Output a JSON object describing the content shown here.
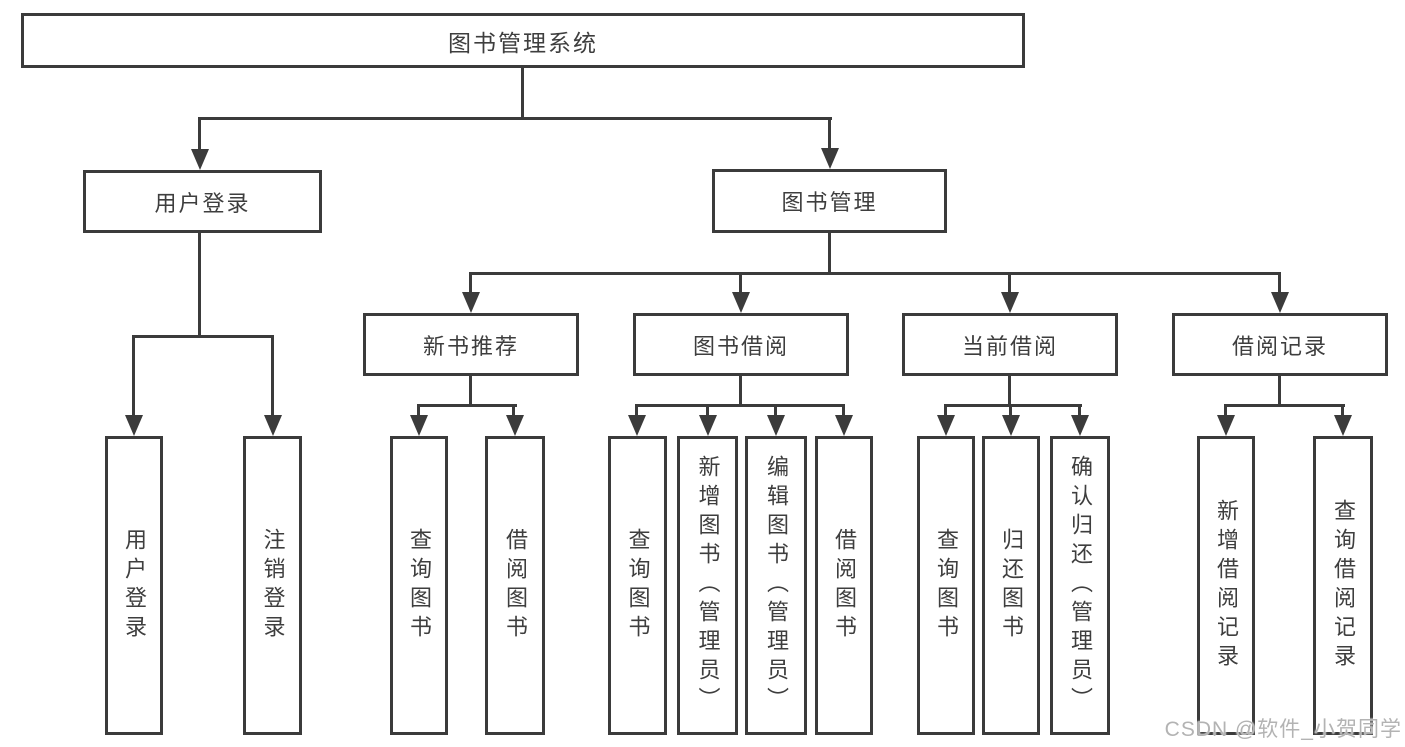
{
  "diagram": {
    "type": "hierarchy",
    "title": "图书管理系统",
    "colors": {
      "line": "#3b3b3b",
      "text": "#3e3e3e",
      "background": "#ffffff",
      "watermark_text": "#b3b3b3"
    },
    "nodes": {
      "root": {
        "label": "图书管理系统"
      },
      "userLogin": {
        "label": "用户登录"
      },
      "bookManagement": {
        "label": "图书管理"
      },
      "newBookRec": {
        "label": "新书推荐"
      },
      "bookBorrow": {
        "label": "图书借阅"
      },
      "currentBorrow": {
        "label": "当前借阅"
      },
      "borrowRecords": {
        "label": "借阅记录"
      },
      "userLoginLeaf": {
        "label": "用户登录"
      },
      "logoutLeaf": {
        "label": "注销登录"
      },
      "recQueryBooks": {
        "label": "查询图书"
      },
      "recBorrowBooks": {
        "label": "借阅图书"
      },
      "bbQueryBooks": {
        "label": "查询图书"
      },
      "bbAddBooks": {
        "label": "新增图书（管理员）"
      },
      "bbEditBooks": {
        "label": "编辑图书（管理员）"
      },
      "bbBorrowBooks": {
        "label": "借阅图书"
      },
      "cbQueryBooks": {
        "label": "查询图书"
      },
      "cbReturnBooks": {
        "label": "归还图书"
      },
      "cbConfirmReturn": {
        "label": "确认归还（管理员）"
      },
      "brAddRecord": {
        "label": "新增借阅记录"
      },
      "brQueryRecord": {
        "label": "查询借阅记录"
      }
    },
    "edges": [
      [
        "root",
        "userLogin"
      ],
      [
        "root",
        "bookManagement"
      ],
      [
        "userLogin",
        "userLoginLeaf"
      ],
      [
        "userLogin",
        "logoutLeaf"
      ],
      [
        "bookManagement",
        "newBookRec"
      ],
      [
        "bookManagement",
        "bookBorrow"
      ],
      [
        "bookManagement",
        "currentBorrow"
      ],
      [
        "bookManagement",
        "borrowRecords"
      ],
      [
        "newBookRec",
        "recQueryBooks"
      ],
      [
        "newBookRec",
        "recBorrowBooks"
      ],
      [
        "bookBorrow",
        "bbQueryBooks"
      ],
      [
        "bookBorrow",
        "bbAddBooks"
      ],
      [
        "bookBorrow",
        "bbEditBooks"
      ],
      [
        "bookBorrow",
        "bbBorrowBooks"
      ],
      [
        "currentBorrow",
        "cbQueryBooks"
      ],
      [
        "currentBorrow",
        "cbReturnBooks"
      ],
      [
        "currentBorrow",
        "cbConfirmReturn"
      ],
      [
        "borrowRecords",
        "brAddRecord"
      ],
      [
        "borrowRecords",
        "brQueryRecord"
      ]
    ]
  },
  "watermark": {
    "text": "CSDN @软件_小贺同学"
  }
}
